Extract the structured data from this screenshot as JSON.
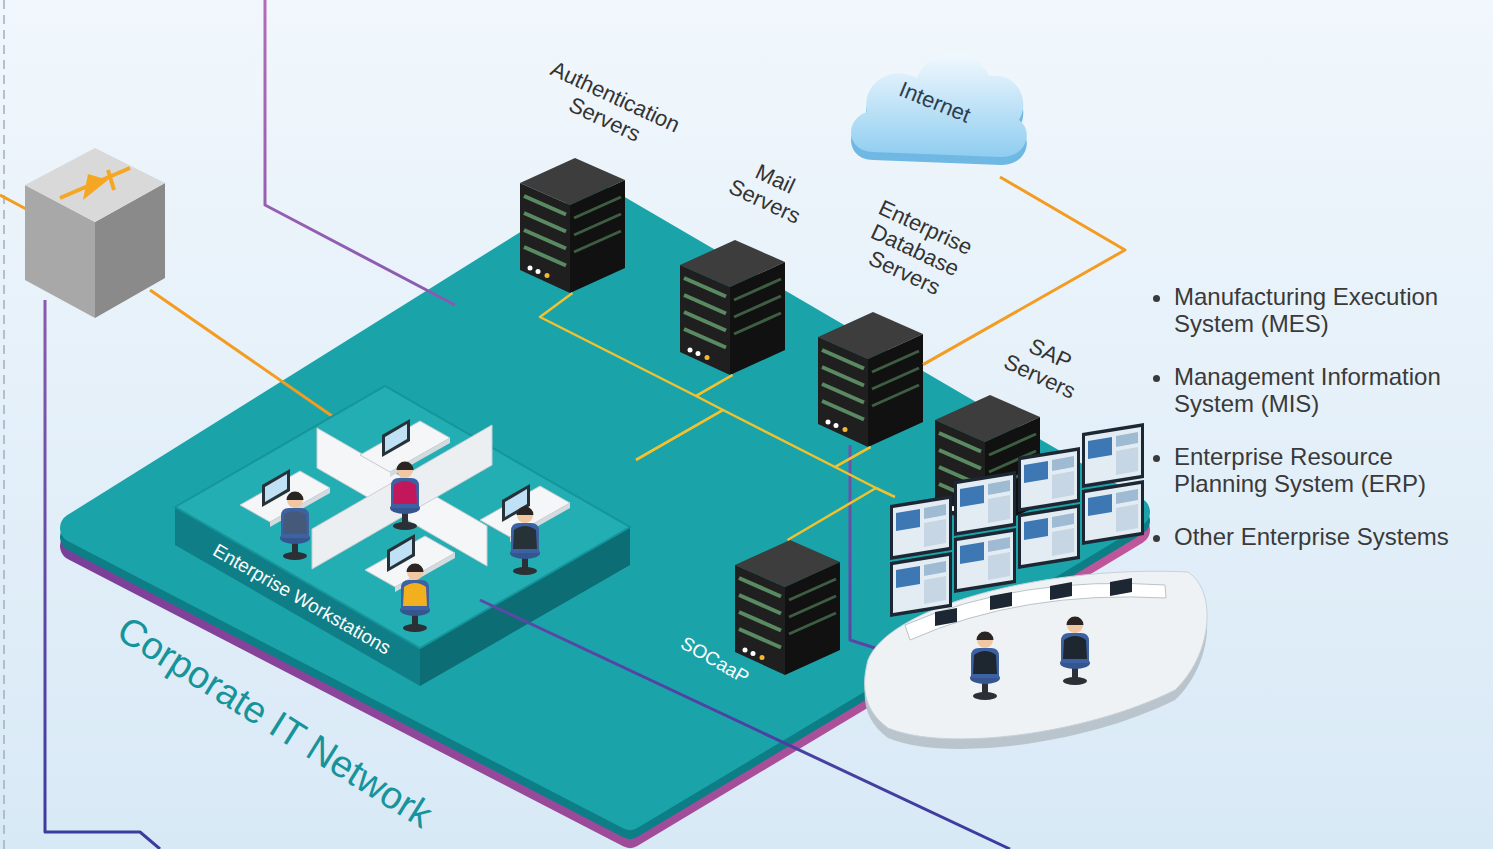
{
  "diagram": {
    "nodes": [
      {
        "text": [
          "Corporate IT Network"
        ]
      },
      {
        "text": [
          "Authentication Servers"
        ],
        "in": 0
      },
      {
        "text": [
          "Mail Servers"
        ],
        "in": 0
      },
      {
        "text": [
          "Internet"
        ]
      },
      {
        "text": [
          "Enterprise Database Servers"
        ],
        "in": 0
      },
      {
        "text": [
          "SAP Servers"
        ],
        "in": 0
      },
      {
        "text": [
          "Enterprise Workstations"
        ],
        "in": 0
      },
      {
        "text": [
          "SOCaaP"
        ],
        "in": 0
      }
    ],
    "edges": [
      {
        "from": 1,
        "to": 2,
        "arrow": "none"
      },
      {
        "from": 2,
        "to": 6,
        "arrow": "none"
      },
      {
        "from": 6,
        "to": 4,
        "arrow": "none"
      },
      {
        "from": 4,
        "to": 7,
        "arrow": "none"
      },
      {
        "from": 3,
        "to": 4,
        "arrow": "none"
      }
    ],
    "labels": [
      "Manufacturing Execution System (MES)",
      "Management Information System (MIS)",
      "Enterprise Resource Planning System (ERP)",
      "Other Enterprise Systems"
    ]
  }
}
